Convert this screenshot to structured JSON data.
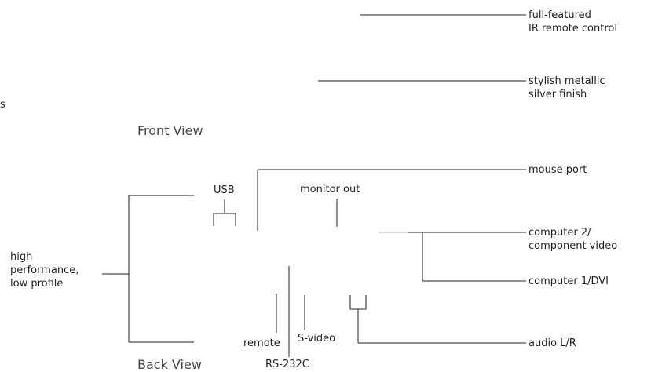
{
  "labels": {
    "remote_control": "full-featured\nIR remote control",
    "silver_finish": "stylish metallic\nsilver finish",
    "cropped_s": "s",
    "front_view": "Front View",
    "mouse_port": "mouse port",
    "usb": "USB",
    "monitor_out": "monitor out",
    "computer2": "computer 2/\ncomponent video",
    "computer1": "computer 1/DVI",
    "high_perf": "high\nperformance,\nlow profile",
    "audio": "audio L/R",
    "remote": "remote",
    "svideo": "S-video",
    "back_view": "Back View",
    "rs232c": "RS-232C"
  }
}
